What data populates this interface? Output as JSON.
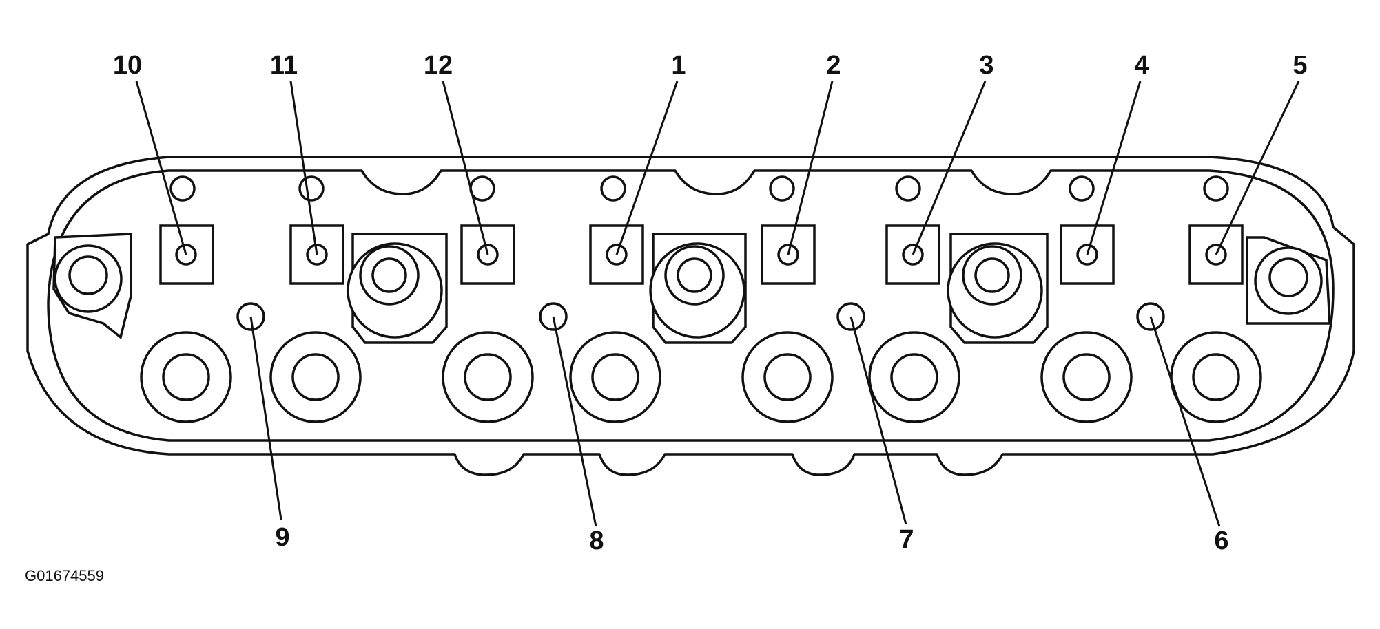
{
  "figure_id": "G01674559",
  "callouts": {
    "c1": "1",
    "c2": "2",
    "c3": "3",
    "c4": "4",
    "c5": "5",
    "c6": "6",
    "c7": "7",
    "c8": "8",
    "c9": "9",
    "c10": "10",
    "c11": "11",
    "c12": "12"
  },
  "colors": {
    "line": "#111111",
    "background": "#ffffff"
  }
}
